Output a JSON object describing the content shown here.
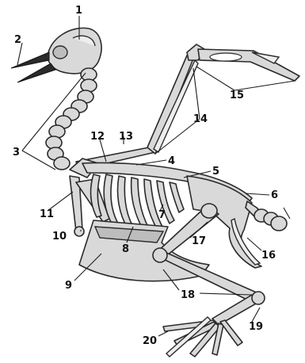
{
  "labels": [
    "1",
    "2",
    "3",
    "4",
    "5",
    "6",
    "7",
    "8",
    "9",
    "10",
    "11",
    "12",
    "13",
    "14",
    "15",
    "16",
    "17",
    "18",
    "19",
    "20"
  ]
}
